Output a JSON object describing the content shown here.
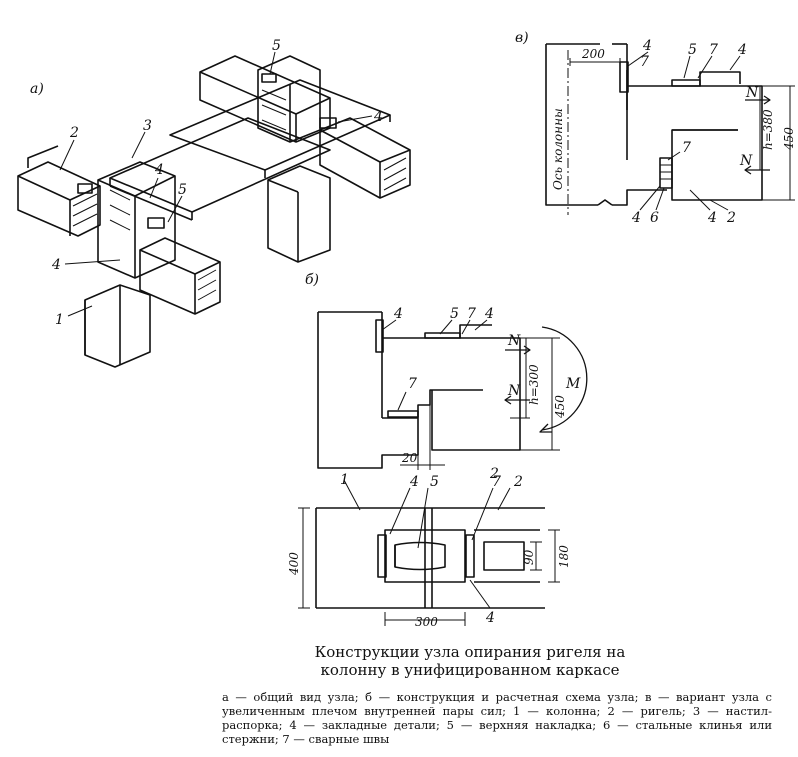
{
  "labels": {
    "fig_a": "а)",
    "fig_b": "б)",
    "fig_v": "в)",
    "a_1": "1",
    "a_2": "2",
    "a_3": "3",
    "a_4a": "4",
    "a_4b": "4",
    "a_4c": "4",
    "a_5a": "5",
    "a_5b": "5",
    "v_200": "200",
    "v_4a": "4",
    "v_7a": "7",
    "v_5": "5",
    "v_7b": "7",
    "v_4b": "4",
    "v_N1": "N",
    "v_N2": "N",
    "v_h": "h=380",
    "v_450": "450",
    "v_axis": "Ось колонны",
    "v_7c": "7",
    "v_4c": "4",
    "v_6": "6",
    "v_4d": "4",
    "v_2": "2",
    "b_4a": "4",
    "b_5": "5",
    "b_7a": "7",
    "b_4b": "4",
    "b_N1": "N",
    "b_N2": "N",
    "b_h": "h=300",
    "b_450": "450",
    "b_M": "M",
    "b_7b": "7",
    "b_20": "20",
    "b_2": "2",
    "b_1": "1",
    "p_4": "4",
    "p_5": "5",
    "p_7": "7",
    "p_2": "2",
    "p_400": "400",
    "p_90": "90",
    "p_180": "180",
    "p_300": "300",
    "p_4b": "4"
  },
  "caption": {
    "title_line1": "Конструкции узла опирания ригеля на",
    "title_line2": "колонну в унифицированном каркасе",
    "body": "а — общий вид узла; б — конструкция и расчетная схема узла; в — вариант узла с увеличенным плечом внутренней пары сил; 1 — колонна; 2 — ригель; 3 — настил-распорка; 4 — закладные детали; 5 — верхняя накладка; 6 — стальные клинья или стержни; 7 — сварные швы"
  }
}
